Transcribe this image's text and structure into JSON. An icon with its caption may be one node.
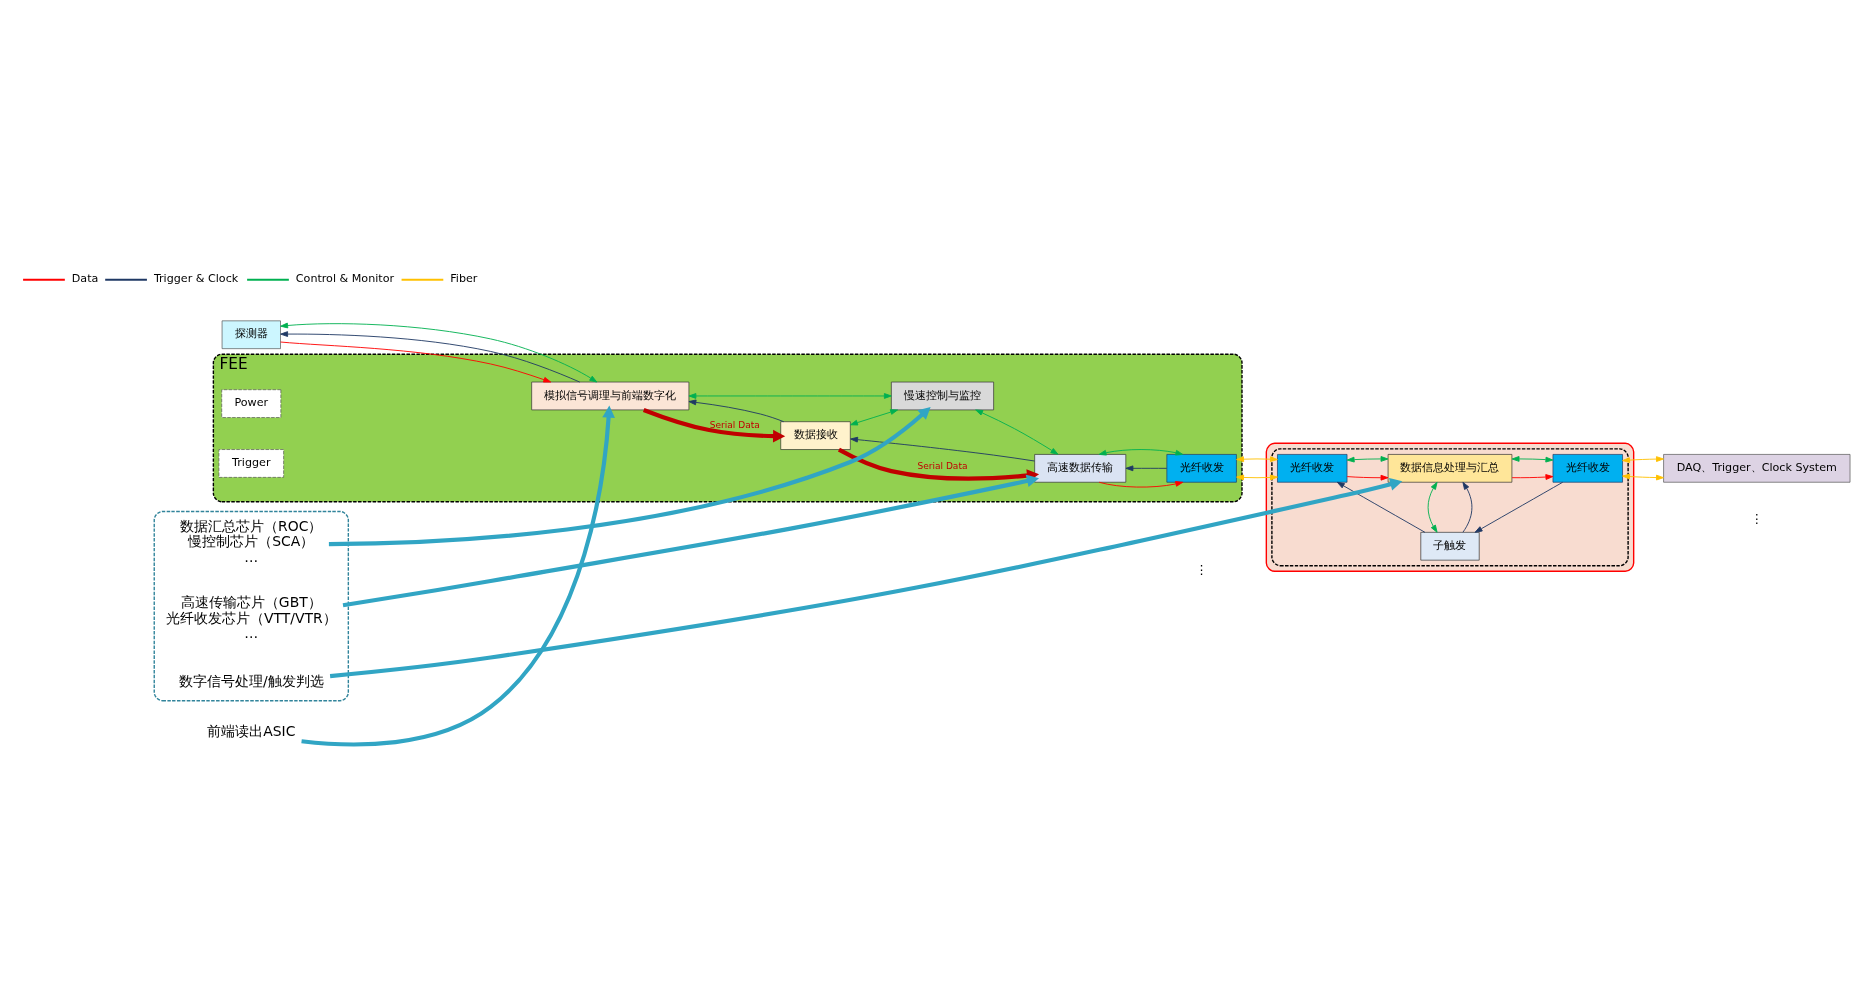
{
  "diagram": {
    "nodes": [
      {
        "text": [
          "探测器"
        ]
      },
      {
        "text": [
          "FEE"
        ]
      },
      {
        "text": [
          "模拟信号调理与前端数字化"
        ],
        "in": 1
      },
      {
        "text": [
          "数据接收"
        ],
        "in": 1
      },
      {
        "text": [
          "慢速控制与监控"
        ],
        "in": 1
      },
      {
        "text": [
          "Power"
        ],
        "in": 1
      },
      {
        "text": [
          "Trigger"
        ],
        "in": 1
      },
      {
        "text": [
          "高速数据传输"
        ],
        "in": 1
      },
      {
        "text": [
          "光纤收发"
        ],
        "in": 1
      },
      {
        "text": [],
        "shape": "box"
      },
      {
        "text": [],
        "shape": "box",
        "in": 9
      },
      {
        "text": [
          "光纤收发"
        ],
        "in": 10
      },
      {
        "text": [
          "子触发"
        ],
        "in": 10
      },
      {
        "text": [
          "数据信息处理与汇总"
        ],
        "in": 10
      },
      {
        "text": [
          "光纤收发"
        ],
        "in": 10
      },
      {
        "text": [
          "DAQ、Trigger、Clock System"
        ]
      },
      {
        "text": [
          "前端读出ASIC"
        ]
      },
      {
        "text": [],
        "shape": "box"
      },
      {
        "text": [
          "数据汇总芯片（ROC）",
          "慢控制芯片（SCA）",
          "…"
        ],
        "in": 17
      },
      {
        "text": [
          "高速传输芯片（GBT）",
          "光纤收发芯片（VTT/VTR）",
          "…"
        ],
        "in": 17
      },
      {
        "text": [
          "数字信号处理/触发判选"
        ],
        "in": 17
      }
    ],
    "edges": [
      {
        "from": 2,
        "to": 0,
        "arrow": "to",
        "color": "#1f3864"
      },
      {
        "from": 0,
        "to": 2,
        "arrow": "to",
        "color": "#ff0000"
      },
      {
        "from": 0,
        "to": 2,
        "arrow": "both"
      },
      {
        "from": 3,
        "to": 2,
        "arrow": "to",
        "color": "#1f3864"
      },
      {
        "from": 2,
        "to": 3,
        "arrow": "to",
        "label": "Serial Data",
        "style": "thick",
        "color": "#c00000"
      },
      {
        "from": 2,
        "to": 4,
        "arrow": "both"
      },
      {
        "from": 3,
        "to": 4,
        "arrow": "both"
      },
      {
        "from": 7,
        "to": 3,
        "arrow": "to",
        "color": "#1f3864"
      },
      {
        "from": 3,
        "to": 7,
        "arrow": "to",
        "label": "Serial Data",
        "style": "thick",
        "color": "#c00000"
      },
      {
        "from": 4,
        "to": 7,
        "arrow": "both"
      },
      {
        "from": 8,
        "to": 7,
        "arrow": "to",
        "color": "#1f3864"
      },
      {
        "from": 7,
        "to": 8,
        "arrow": "to",
        "color": "#ff0000"
      },
      {
        "from": 7,
        "to": 8,
        "arrow": "both"
      },
      {
        "from": 8,
        "to": 11,
        "arrow": "both",
        "color": "#ffc000"
      },
      {
        "from": 8,
        "to": 11,
        "arrow": "both",
        "color": "#ffc000"
      },
      {
        "from": 12,
        "to": 11,
        "arrow": "to",
        "color": "#1f3864"
      },
      {
        "from": 11,
        "to": 13,
        "arrow": "to",
        "color": "#ff0000"
      },
      {
        "from": 11,
        "to": 13,
        "arrow": "both"
      },
      {
        "from": 12,
        "to": 13,
        "arrow": "to",
        "color": "#1f3864"
      },
      {
        "from": 12,
        "to": 13,
        "arrow": "both"
      },
      {
        "from": 14,
        "to": 12,
        "arrow": "to",
        "color": "#1f3864"
      },
      {
        "from": 13,
        "to": 14,
        "arrow": "to",
        "color": "#ff0000"
      },
      {
        "from": 13,
        "to": 14,
        "arrow": "both"
      },
      {
        "from": 14,
        "to": 15,
        "arrow": "both",
        "color": "#ffc000"
      },
      {
        "from": 14,
        "to": 15,
        "arrow": "both",
        "color": "#ffc000"
      },
      {
        "from": 16,
        "to": 2,
        "arrow": "to",
        "style": "thick",
        "color": "#31a5c4"
      },
      {
        "from": 18,
        "to": 4,
        "arrow": "to",
        "style": "thick",
        "color": "#31a5c4"
      },
      {
        "from": 19,
        "to": 7,
        "arrow": "to",
        "style": "thick",
        "color": "#31a5c4"
      },
      {
        "from": 20,
        "to": 13,
        "arrow": "to",
        "style": "thick",
        "color": "#31a5c4"
      }
    ],
    "labels": [
      "⋮",
      "⋮"
    ],
    "legend": [
      {
        "text": "Data"
      },
      {
        "text": "Trigger & Clock"
      },
      {
        "text": "Control & Monitor"
      },
      {
        "text": "Fiber"
      }
    ]
  }
}
